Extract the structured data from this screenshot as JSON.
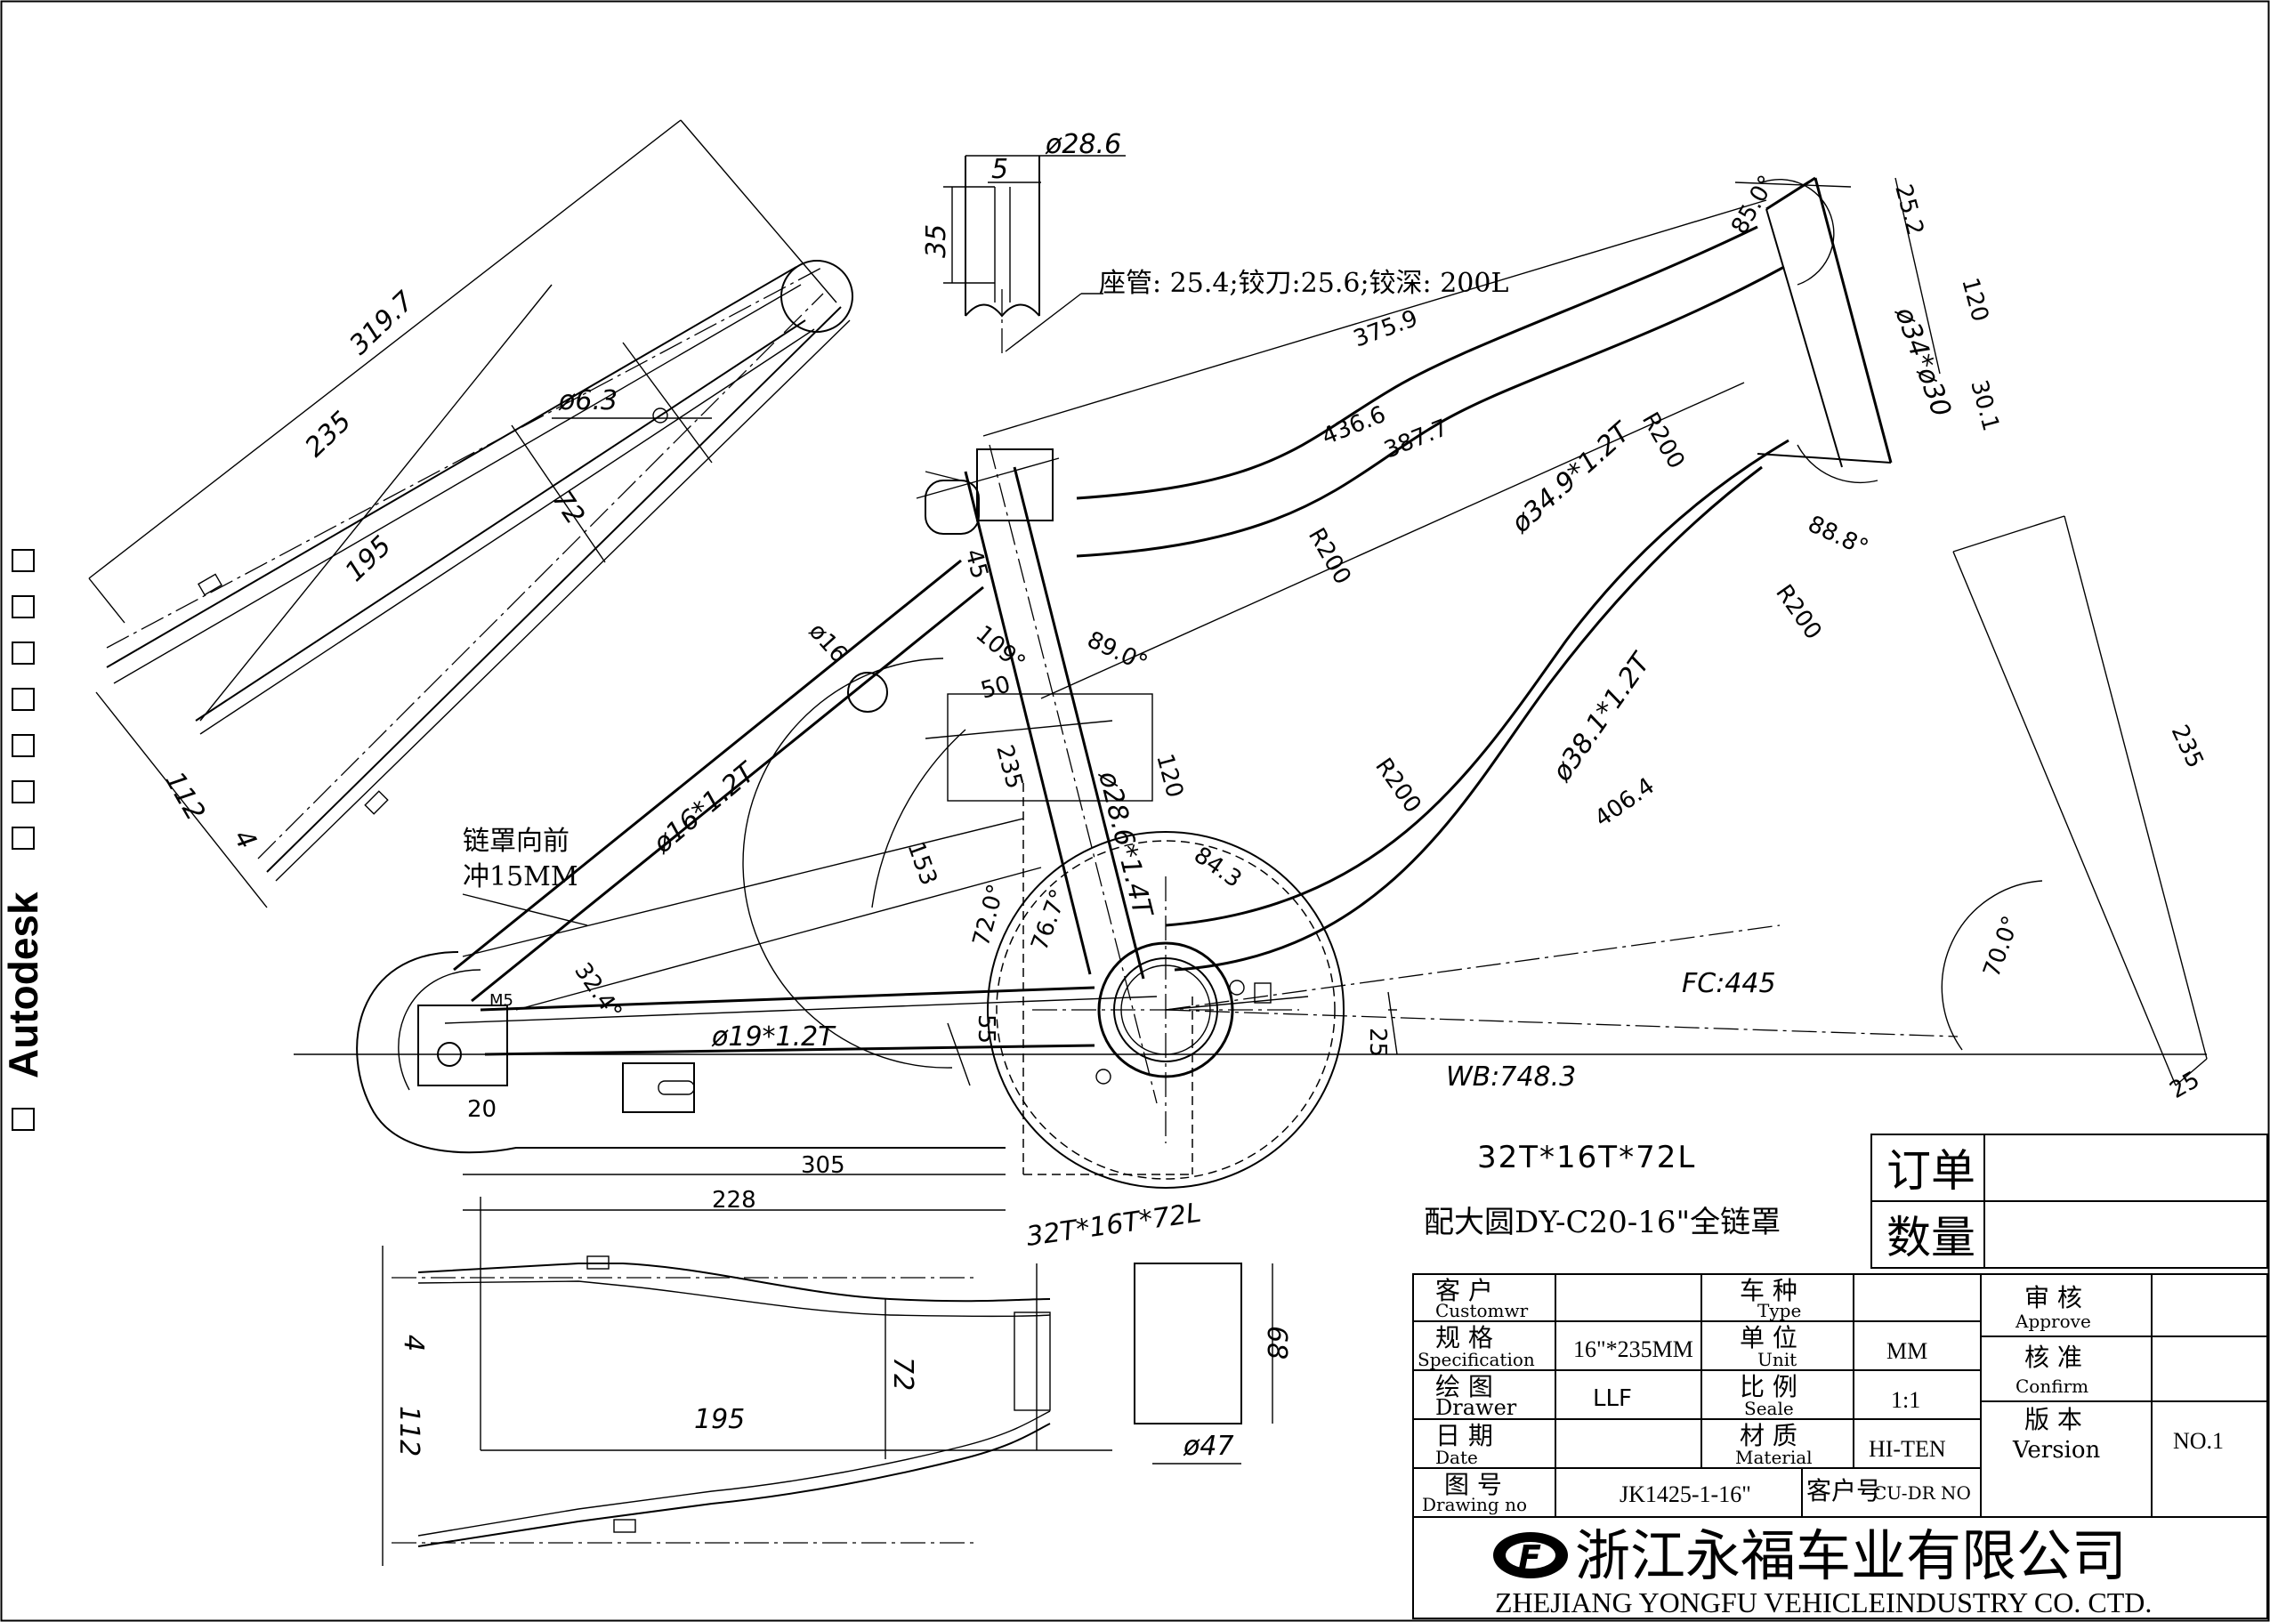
{
  "brand": "Autodesk",
  "seat_tube_note": "座管: 25.4;铰刀:25.6;铰深: 200L",
  "chain_cover_note": [
    "链罩向前",
    "冲15MM"
  ],
  "tube_labels": {
    "top_tube": "ø34.9*1.2T",
    "down_tube": "ø38.1*1.2T",
    "seat_tube": "ø28.6*1.4T",
    "seat_stay": "ø16*1.2T",
    "chain_stay": "ø19*1.2T",
    "head_tube": "ø34*ø30"
  },
  "measurements": {
    "fc": "FC:445",
    "wb": "WB:748.3",
    "d_28_6": "ø28.6",
    "d_5": "5",
    "d_35": "35",
    "d_319_7": "319.7",
    "d_235_a": "235",
    "d_195_a": "195",
    "d_72_a": "72",
    "d_6_3": "ø6.3",
    "d_112_a": "112",
    "d_4_a": "4",
    "d_16": "ø16",
    "d_45": "45",
    "d_109": "109°",
    "d_89": "89.0°",
    "d_50": "50",
    "d_235_b": "235",
    "d_120_a": "120",
    "d_153": "153",
    "d_720": "72.0°",
    "d_767": "76.7°",
    "d_843": "84.3",
    "d_55": "55",
    "d_324": "32.4°",
    "d_m5": "M5",
    "d_20": "20",
    "d_305": "305",
    "d_228": "228",
    "d_25_a": "25",
    "d_375_9": "375.9",
    "d_436_6": "436.6",
    "d_387_7": "387.7",
    "d_r200_a": "R200",
    "d_r200_b": "R200",
    "d_r200_c": "R200",
    "d_r200_d": "R200",
    "d_406_4": "406.4",
    "d_25_2": "25.2",
    "d_120_b": "120",
    "d_30_1": "30.1",
    "d_85_0": "85.0°",
    "d_88_8": "88.8°",
    "d_235_c": "235",
    "d_70_0": "70.0°",
    "d_25_b": "25",
    "d_112_b": "112",
    "d_4_b": "4",
    "d_195_b": "195",
    "d_72_b": "72",
    "d_68": "68",
    "d_47": "ø47",
    "gear_bottom": "32T*16T*72L"
  },
  "gear_spec": "32T*16T*72L",
  "chain_guard": "配大圆DY-C20-16\"全链罩",
  "order": {
    "label_order": "订单",
    "label_qty": "数量",
    "order_value": "",
    "qty_value": ""
  },
  "title_block": {
    "customer_cn": "客 户",
    "customer_en": "Customwr",
    "customer_value": "",
    "type_cn": "车 种",
    "type_en": "Type",
    "type_value": "",
    "spec_cn": "规 格",
    "spec_en": "Specification",
    "spec_value": "16\"*235MM",
    "unit_cn": "单 位",
    "unit_en": "Unit",
    "unit_value": "MM",
    "drawer_cn": "绘 图",
    "drawer_en": "Drawer",
    "drawer_value": "LLF",
    "scale_cn": "比 例",
    "scale_en": "Seale",
    "scale_value": "1:1",
    "date_cn": "日 期",
    "date_en": "Date",
    "date_value": "",
    "material_cn": "材 质",
    "material_en": "Material",
    "material_value": "HI-TEN",
    "drawing_cn": "图 号",
    "drawing_en": "Drawing no",
    "drawing_value": "JK1425-1-16\"",
    "cust_no_cn": "客户号",
    "cust_no_en": "CU-DR NO",
    "cust_no_value": "",
    "approve_cn": "审 核",
    "approve_en": "Approve",
    "approve_value": "",
    "confirm_cn": "核 准",
    "confirm_en": "Confirm",
    "confirm_value": "",
    "version_cn": "版 本",
    "version_en": "Version",
    "version_value": "NO.1"
  },
  "company": {
    "logo_text": "F",
    "name_cn": "浙江永福车业有限公司",
    "name_en": "ZHEJIANG YONGFU VEHICLEINDUSTRY CO. CTD."
  }
}
